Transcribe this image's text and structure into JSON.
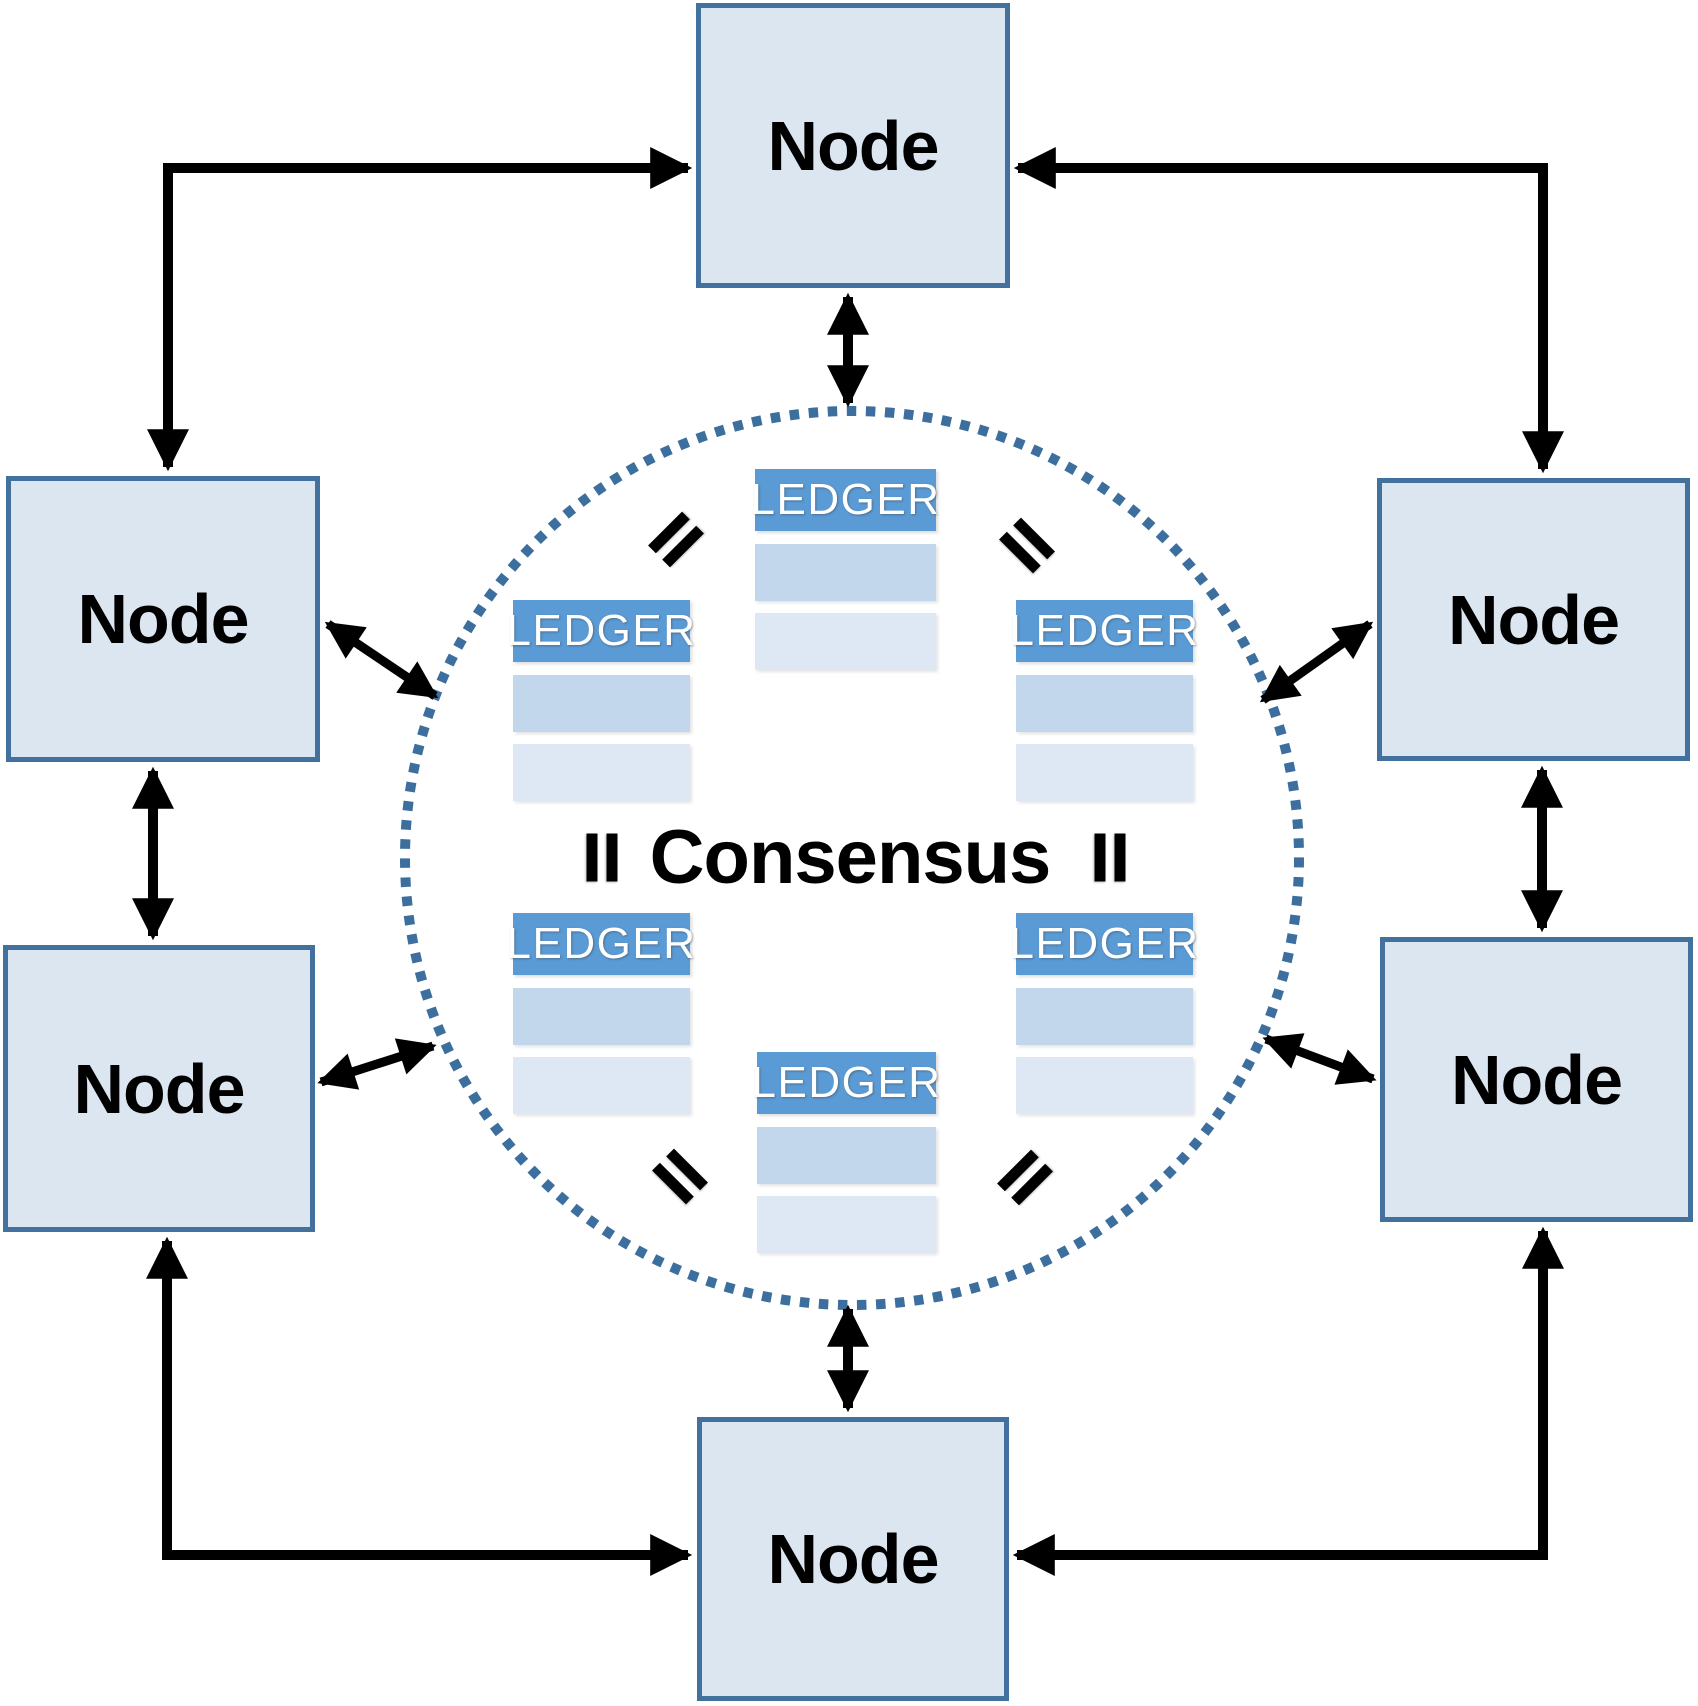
{
  "diagram": {
    "consensus_label": "Consensus",
    "nodes": [
      {
        "id": "top",
        "label": "Node"
      },
      {
        "id": "left-upper",
        "label": "Node"
      },
      {
        "id": "left-lower",
        "label": "Node"
      },
      {
        "id": "right-upper",
        "label": "Node"
      },
      {
        "id": "right-lower",
        "label": "Node"
      },
      {
        "id": "bottom",
        "label": "Node"
      }
    ],
    "ledgers": [
      {
        "id": "top",
        "label": "LEDGER"
      },
      {
        "id": "mid-left",
        "label": "LEDGER"
      },
      {
        "id": "mid-right",
        "label": "LEDGER"
      },
      {
        "id": "lower-left",
        "label": "LEDGER"
      },
      {
        "id": "lower-right",
        "label": "LEDGER"
      },
      {
        "id": "bottom",
        "label": "LEDGER"
      }
    ],
    "colors": {
      "background": "#ffffff",
      "node-fill": "#dce6f1",
      "node-border": "#41719c",
      "ledger-header": "#5b9bd5",
      "ledger-header-text": "#ffffff",
      "ledger-row1": "#c3d7ec",
      "ledger-row2": "#dde8f4",
      "circle-dot": "#3c6f9e",
      "arrow": "#000000",
      "text": "#000000"
    }
  }
}
